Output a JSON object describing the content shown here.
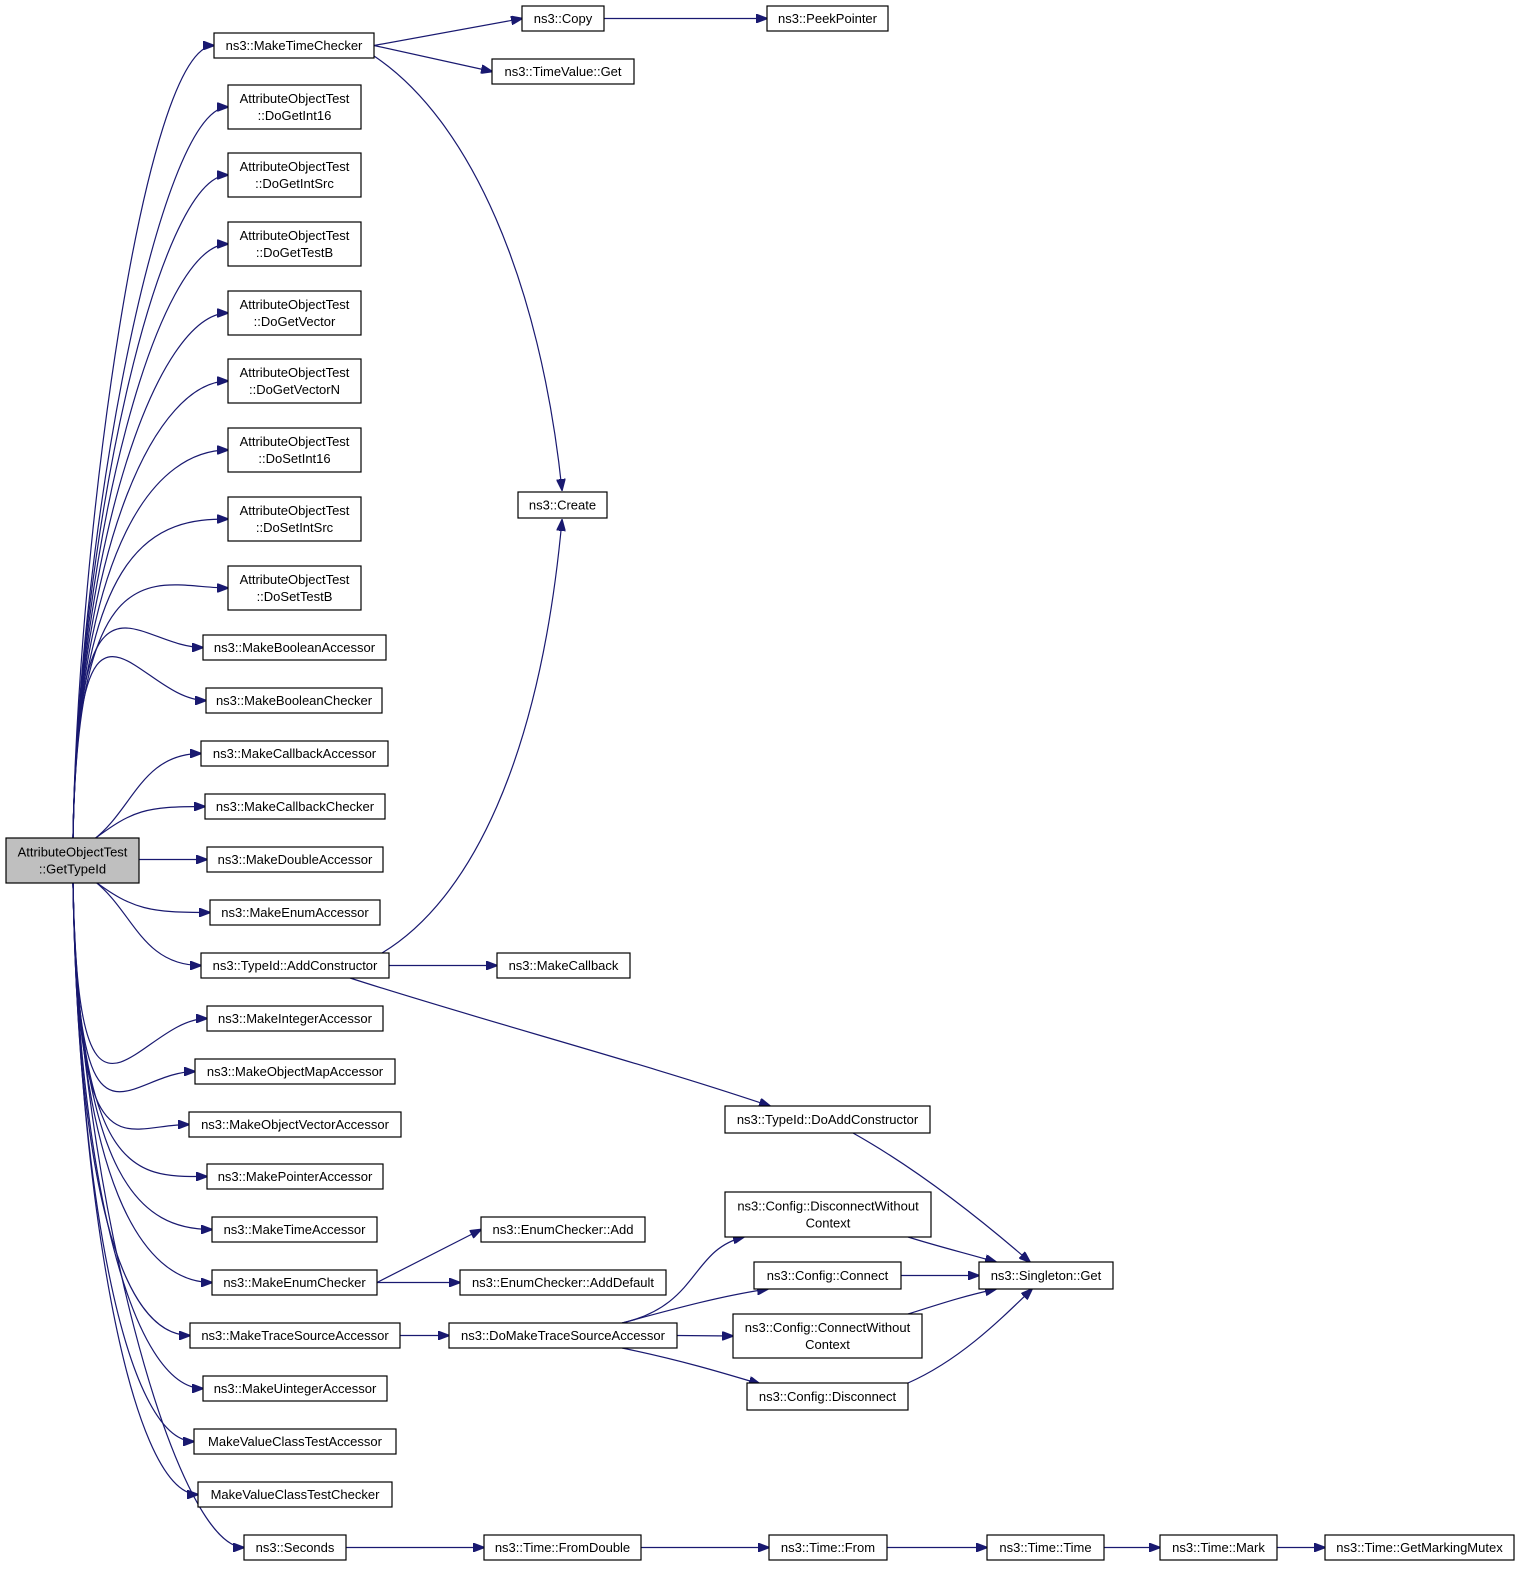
{
  "graph": {
    "nodes": [
      {
        "id": "root",
        "lines": [
          "AttributeObjectTest",
          "::GetTypeId"
        ],
        "highlight": true
      },
      {
        "id": "maketimechecker",
        "lines": [
          "ns3::MakeTimeChecker"
        ]
      },
      {
        "id": "dogetint16",
        "lines": [
          "AttributeObjectTest",
          "::DoGetInt16"
        ]
      },
      {
        "id": "dogetintsrc",
        "lines": [
          "AttributeObjectTest",
          "::DoGetIntSrc"
        ]
      },
      {
        "id": "dogettestb",
        "lines": [
          "AttributeObjectTest",
          "::DoGetTestB"
        ]
      },
      {
        "id": "dogetvector",
        "lines": [
          "AttributeObjectTest",
          "::DoGetVector"
        ]
      },
      {
        "id": "dogetvectorn",
        "lines": [
          "AttributeObjectTest",
          "::DoGetVectorN"
        ]
      },
      {
        "id": "dosetint16",
        "lines": [
          "AttributeObjectTest",
          "::DoSetInt16"
        ]
      },
      {
        "id": "dosetintsrc",
        "lines": [
          "AttributeObjectTest",
          "::DoSetIntSrc"
        ]
      },
      {
        "id": "dosettestb",
        "lines": [
          "AttributeObjectTest",
          "::DoSetTestB"
        ]
      },
      {
        "id": "makebooleanaccessor",
        "lines": [
          "ns3::MakeBooleanAccessor"
        ]
      },
      {
        "id": "makebooleanchecker",
        "lines": [
          "ns3::MakeBooleanChecker"
        ]
      },
      {
        "id": "makecallbackaccessor",
        "lines": [
          "ns3::MakeCallbackAccessor"
        ]
      },
      {
        "id": "makecallbackchecker",
        "lines": [
          "ns3::MakeCallbackChecker"
        ]
      },
      {
        "id": "makedoubleaccessor",
        "lines": [
          "ns3::MakeDoubleAccessor"
        ]
      },
      {
        "id": "makeenumaccessor",
        "lines": [
          "ns3::MakeEnumAccessor"
        ]
      },
      {
        "id": "addconstructor",
        "lines": [
          "ns3::TypeId::AddConstructor"
        ]
      },
      {
        "id": "makeintegeraccessor",
        "lines": [
          "ns3::MakeIntegerAccessor"
        ]
      },
      {
        "id": "makeobjectmapaccessor",
        "lines": [
          "ns3::MakeObjectMapAccessor"
        ]
      },
      {
        "id": "makeobjectvectoraccessor",
        "lines": [
          "ns3::MakeObjectVectorAccessor"
        ]
      },
      {
        "id": "makepointeraccessor",
        "lines": [
          "ns3::MakePointerAccessor"
        ]
      },
      {
        "id": "maketimeaccessor",
        "lines": [
          "ns3::MakeTimeAccessor"
        ]
      },
      {
        "id": "makeenumchecker",
        "lines": [
          "ns3::MakeEnumChecker"
        ]
      },
      {
        "id": "maketracesourceaccessor",
        "lines": [
          "ns3::MakeTraceSourceAccessor"
        ]
      },
      {
        "id": "makeuintegeraccessor",
        "lines": [
          "ns3::MakeUintegerAccessor"
        ]
      },
      {
        "id": "makevalueclasstestaccessor",
        "lines": [
          "MakeValueClassTestAccessor"
        ]
      },
      {
        "id": "makevalueclasstestchecker",
        "lines": [
          "MakeValueClassTestChecker"
        ]
      },
      {
        "id": "seconds",
        "lines": [
          "ns3::Seconds"
        ]
      },
      {
        "id": "copy",
        "lines": [
          "ns3::Copy"
        ]
      },
      {
        "id": "timevalueget",
        "lines": [
          "ns3::TimeValue::Get"
        ]
      },
      {
        "id": "peekpointer",
        "lines": [
          "ns3::PeekPointer"
        ]
      },
      {
        "id": "create",
        "lines": [
          "ns3::Create"
        ]
      },
      {
        "id": "makecallback",
        "lines": [
          "ns3::MakeCallback"
        ]
      },
      {
        "id": "doaddconstructor",
        "lines": [
          "ns3::TypeId::DoAddConstructor"
        ]
      },
      {
        "id": "enumcheckeradd",
        "lines": [
          "ns3::EnumChecker::Add"
        ]
      },
      {
        "id": "enumcheckeradddefault",
        "lines": [
          "ns3::EnumChecker::AddDefault"
        ]
      },
      {
        "id": "domaketracesourceaccessor",
        "lines": [
          "ns3::DoMakeTraceSourceAccessor"
        ]
      },
      {
        "id": "disconnectwithoutcontext",
        "lines": [
          "ns3::Config::DisconnectWithout",
          "Context"
        ]
      },
      {
        "id": "configconnect",
        "lines": [
          "ns3::Config::Connect"
        ]
      },
      {
        "id": "connectwithoutcontext",
        "lines": [
          "ns3::Config::ConnectWithout",
          "Context"
        ]
      },
      {
        "id": "configdisconnect",
        "lines": [
          "ns3::Config::Disconnect"
        ]
      },
      {
        "id": "singletonget",
        "lines": [
          "ns3::Singleton::Get"
        ]
      },
      {
        "id": "timefromdouble",
        "lines": [
          "ns3::Time::FromDouble"
        ]
      },
      {
        "id": "timefrom",
        "lines": [
          "ns3::Time::From"
        ]
      },
      {
        "id": "timetime",
        "lines": [
          "ns3::Time::Time"
        ]
      },
      {
        "id": "timemark",
        "lines": [
          "ns3::Time::Mark"
        ]
      },
      {
        "id": "timegetmarkingmutex",
        "lines": [
          "ns3::Time::GetMarkingMutex"
        ]
      }
    ],
    "edges": [
      [
        "root",
        "maketimechecker"
      ],
      [
        "root",
        "dogetint16"
      ],
      [
        "root",
        "dogetintsrc"
      ],
      [
        "root",
        "dogettestb"
      ],
      [
        "root",
        "dogetvector"
      ],
      [
        "root",
        "dogetvectorn"
      ],
      [
        "root",
        "dosetint16"
      ],
      [
        "root",
        "dosetintsrc"
      ],
      [
        "root",
        "dosettestb"
      ],
      [
        "root",
        "makebooleanaccessor"
      ],
      [
        "root",
        "makebooleanchecker"
      ],
      [
        "root",
        "makecallbackaccessor"
      ],
      [
        "root",
        "makecallbackchecker"
      ],
      [
        "root",
        "makedoubleaccessor"
      ],
      [
        "root",
        "makeenumaccessor"
      ],
      [
        "root",
        "addconstructor"
      ],
      [
        "root",
        "makeintegeraccessor"
      ],
      [
        "root",
        "makeobjectmapaccessor"
      ],
      [
        "root",
        "makeobjectvectoraccessor"
      ],
      [
        "root",
        "makepointeraccessor"
      ],
      [
        "root",
        "maketimeaccessor"
      ],
      [
        "root",
        "makeenumchecker"
      ],
      [
        "root",
        "maketracesourceaccessor"
      ],
      [
        "root",
        "makeuintegeraccessor"
      ],
      [
        "root",
        "makevalueclasstestaccessor"
      ],
      [
        "root",
        "makevalueclasstestchecker"
      ],
      [
        "root",
        "seconds"
      ],
      [
        "maketimechecker",
        "copy"
      ],
      [
        "maketimechecker",
        "timevalueget"
      ],
      [
        "maketimechecker",
        "create"
      ],
      [
        "copy",
        "peekpointer"
      ],
      [
        "addconstructor",
        "create"
      ],
      [
        "addconstructor",
        "makecallback"
      ],
      [
        "addconstructor",
        "doaddconstructor"
      ],
      [
        "doaddconstructor",
        "singletonget"
      ],
      [
        "makeenumchecker",
        "enumcheckeradd"
      ],
      [
        "makeenumchecker",
        "enumcheckeradddefault"
      ],
      [
        "maketracesourceaccessor",
        "domaketracesourceaccessor"
      ],
      [
        "domaketracesourceaccessor",
        "disconnectwithoutcontext"
      ],
      [
        "domaketracesourceaccessor",
        "configconnect"
      ],
      [
        "domaketracesourceaccessor",
        "connectwithoutcontext"
      ],
      [
        "domaketracesourceaccessor",
        "configdisconnect"
      ],
      [
        "disconnectwithoutcontext",
        "singletonget"
      ],
      [
        "configconnect",
        "singletonget"
      ],
      [
        "connectwithoutcontext",
        "singletonget"
      ],
      [
        "configdisconnect",
        "singletonget"
      ],
      [
        "seconds",
        "timefromdouble"
      ],
      [
        "timefromdouble",
        "timefrom"
      ],
      [
        "timefrom",
        "timetime"
      ],
      [
        "timetime",
        "timemark"
      ],
      [
        "timemark",
        "timegetmarkingmutex"
      ]
    ]
  }
}
